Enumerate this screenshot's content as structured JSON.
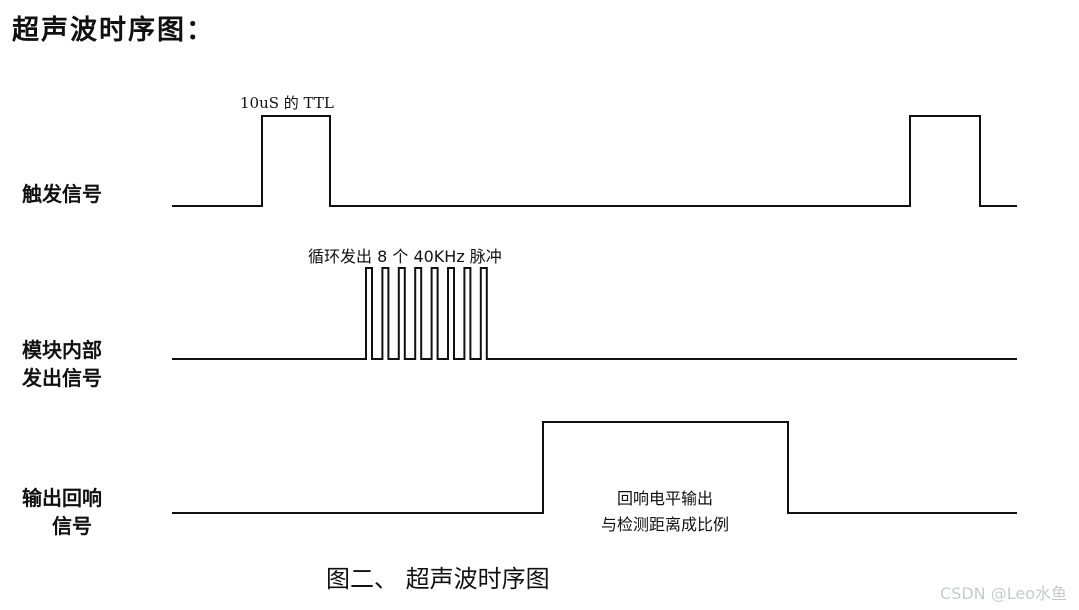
{
  "heading": "超声波时序图：",
  "signals": [
    {
      "label_lines": [
        "触发信号"
      ]
    },
    {
      "label_lines": [
        "模块内部",
        "发出信号"
      ]
    },
    {
      "label_lines": [
        "输出回响",
        "信号"
      ]
    }
  ],
  "annotations": {
    "trigger_pulse": "10uS 的 TTL",
    "burst": "循环发出 8 个 40KHz 脉冲",
    "echo_line1": "回响电平输出",
    "echo_line2": "与检测距离成比例"
  },
  "caption": "图二、  超声波时序图",
  "watermark": "CSDN @Leo水鱼"
}
